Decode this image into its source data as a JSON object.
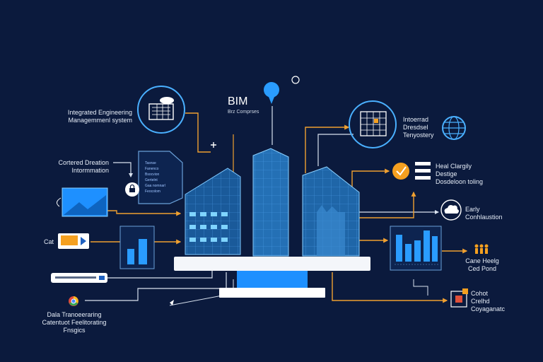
{
  "center": {
    "title": "BIM",
    "subtitle": "Brz Comprses"
  },
  "labels": {
    "integrated_engineering": "Integrated Engineering\nManagemmenl system",
    "cortered_dreation": "Cortered Dreation\nIntormmation",
    "cat": "Cat",
    "dala_transe": "Dala Tranoeeraring\nCatentuot Feelitorating\nFnsgics",
    "integrated_design": "Intoerrad\nDresdsel\nTenyostery",
    "heat_clargily": "Heal Clargily\nDestige\nDosdeloon toling",
    "early_combustion": "Early\nConhlaustion",
    "cane_heelg": "Cane Heelg\nCed Pond",
    "cohot_creloid": "Cohot\nCrelhd\nCoyaganatc"
  },
  "panel": {
    "lines": [
      "Tasnse",
      "Fanenco",
      "Bsocvion",
      "Gertelnt",
      "Gaa nomnarl",
      "Feocolom"
    ]
  },
  "colors": {
    "background": "#0b1a3d",
    "line_orange": "#f0a030",
    "line_white": "#d9e2ef",
    "accent_blue": "#1e90ff",
    "icon_orange": "#f5a020"
  },
  "icons": [
    "monitor-grid-icon",
    "building-grid-icon",
    "globe-icon",
    "checkmark-circle-icon",
    "cloud-icon",
    "lock-icon",
    "video-player-icon",
    "chrome-icon",
    "lightbulb-icon",
    "people-icon",
    "document-icon",
    "cursor-icon"
  ]
}
